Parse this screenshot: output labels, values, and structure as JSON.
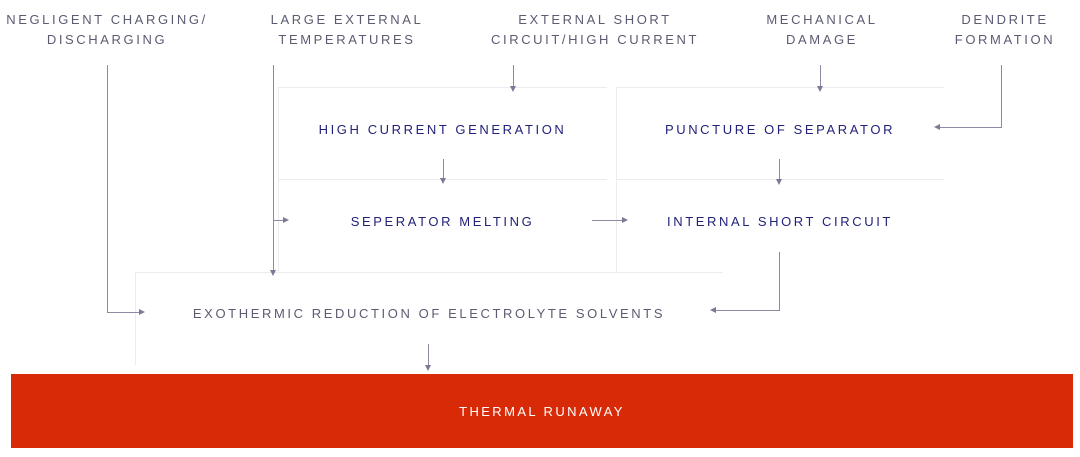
{
  "diagram": {
    "causes": [
      {
        "line1": "NEGLIGENT CHARGING/",
        "line2": "DISCHARGING"
      },
      {
        "line1": "LARGE EXTERNAL",
        "line2": "TEMPERATURES"
      },
      {
        "line1": "EXTERNAL SHORT",
        "line2": "CIRCUIT/HIGH CURRENT"
      },
      {
        "line1": "MECHANICAL",
        "line2": "DAMAGE"
      },
      {
        "line1": "DENDRITE",
        "line2": "FORMATION"
      }
    ],
    "nodes": {
      "high_current_generation": "HIGH CURRENT GENERATION",
      "puncture_of_separator": "PUNCTURE OF SEPARATOR",
      "separator_melting": "SEPERATOR MELTING",
      "internal_short_circuit": "INTERNAL SHORT CIRCUIT",
      "exothermic_reduction": "EXOTHERMIC REDUCTION OF ELECTROLYTE SOLVENTS"
    },
    "result": {
      "label": "THERMAL RUNAWAY",
      "color": "#D92A07"
    },
    "colors": {
      "cause_text": "#5b5b72",
      "node_text": "#22227a",
      "connector": "#8a8aa2",
      "box_border": "#ececf0"
    }
  }
}
